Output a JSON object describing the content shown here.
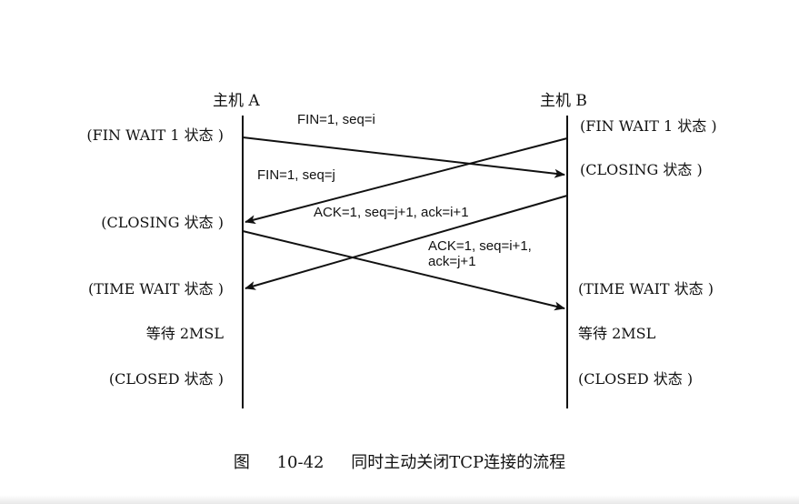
{
  "hosts": {
    "a": "主机 A",
    "b": "主机 B"
  },
  "states_a": [
    "(FIN WAIT 1 状态 )",
    "(CLOSING 状态 )",
    "(TIME WAIT 状态 )",
    "等待 2MSL",
    "(CLOSED 状态 )"
  ],
  "states_b": [
    "(FIN WAIT 1 状态 )",
    "(CLOSING 状态 )",
    "(TIME WAIT 状态 )",
    "等待 2MSL",
    "(CLOSED 状态 )"
  ],
  "messages": {
    "fin_a": "FIN=1, seq=i",
    "fin_b": "FIN=1, seq=j",
    "ack_b": "ACK=1, seq=j+1, ack=i+1",
    "ack_a_line1": "ACK=1, seq=i+1,",
    "ack_a_line2": "ack=j+1"
  },
  "caption": {
    "figure": "图",
    "number": "10-42",
    "title": "同时主动关闭TCP连接的流程"
  },
  "colors": {
    "line": "#111111",
    "text": "#111111",
    "background": "#ffffff"
  }
}
